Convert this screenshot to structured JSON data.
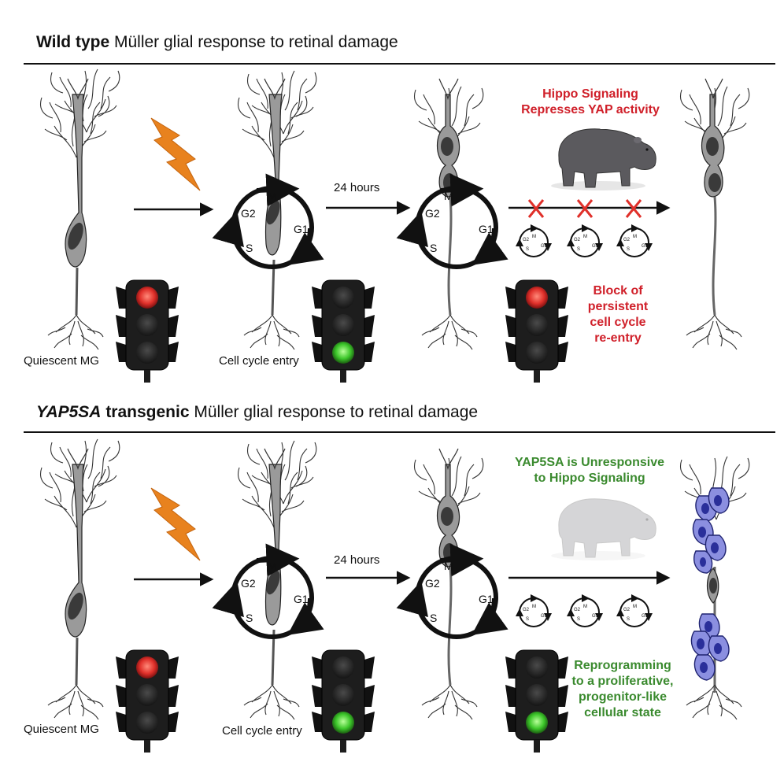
{
  "wild_type": {
    "title_bold": "Wild type",
    "title_rest": " Müller glial response to retinal damage",
    "quiescent_label": "Quiescent MG",
    "entry_label": "Cell cycle entry",
    "hours_label": "24 hours",
    "hippo_note": [
      "Hippo Signaling",
      "Represses YAP activity"
    ],
    "outcome_note": [
      "Block of",
      "persistent",
      "cell cycle",
      "re-entry"
    ]
  },
  "yap5sa": {
    "title_italic": "YAP5SA",
    "title_bold": " transgenic",
    "title_rest": " Müller glial response to retinal damage",
    "quiescent_label": "Quiescent MG",
    "entry_label": "Cell cycle entry",
    "hours_label": "24 hours",
    "hippo_note": [
      "YAP5SA is Unresponsive",
      "to Hippo Signaling"
    ],
    "outcome_note": [
      "Reprogramming",
      "to a proliferative,",
      "progenitor-like",
      "cellular state"
    ]
  },
  "cycle_phases": [
    "M",
    "G2",
    "G1",
    "S"
  ],
  "colors": {
    "wild_type_note": "#d0202a",
    "yap5sa_note": "#3a8a2e",
    "lightning": "#e8821e",
    "glia": "#9a9a9a",
    "progenitor": "#8b8fe0",
    "light_red": "#e0302a",
    "light_green": "#3cc62a"
  },
  "icons": [
    "lightning-bolt-icon",
    "traffic-light-icon",
    "hippo-icon",
    "cell-cycle-icon",
    "muller-glia-icon",
    "block-x-icon"
  ]
}
